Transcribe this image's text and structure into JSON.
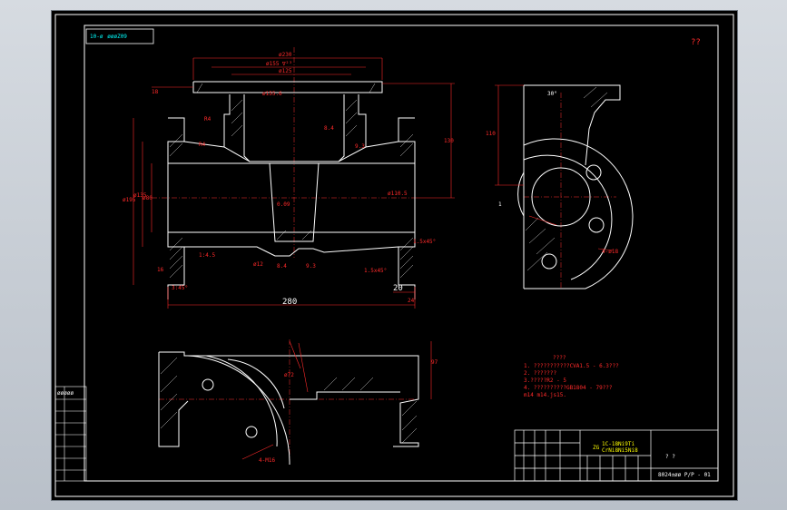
{
  "drawing": {
    "code_box": "10-øøøøZ09",
    "roughness_mark": "??",
    "top_dims": [
      "ø230",
      "ø155 ∇²³",
      "ø125",
      "ø155.6",
      "18"
    ],
    "left_dims": [
      "ø195",
      "ø135",
      "ø80",
      "16",
      "1:4.5",
      "3:45°"
    ],
    "right_dims": [
      "130",
      "ø110.5",
      "1.5x45°",
      "1.5x45°",
      "20",
      "24"
    ],
    "bottom_dim": "280",
    "inner_dims": [
      "R4",
      "R4",
      "8.4",
      "9.3",
      "8.4",
      "9.3",
      "0.09",
      "ø12"
    ],
    "side_view_dims": [
      "110",
      "30°",
      "4-ø18",
      "1"
    ],
    "bottom_view_dims": [
      "4-M16",
      "ø72",
      "97"
    ],
    "notes_title": "????",
    "notes": [
      "1. ???????????CVA1.5 - 6.3???",
      "2. ???????",
      "3.?????R2 - 5",
      "4. ??????????GB1804 - 79???",
      "    m14 m14.js15."
    ],
    "title_block": {
      "material_code": "ZG",
      "material_line1": "1C-18Ni9Ti",
      "material_line2": "CrNi8Ni5Ni8",
      "scale_marks": "?    ?",
      "drawing_number": "8024±øø P/P - 01"
    },
    "left_table_header": "øøøøø"
  }
}
